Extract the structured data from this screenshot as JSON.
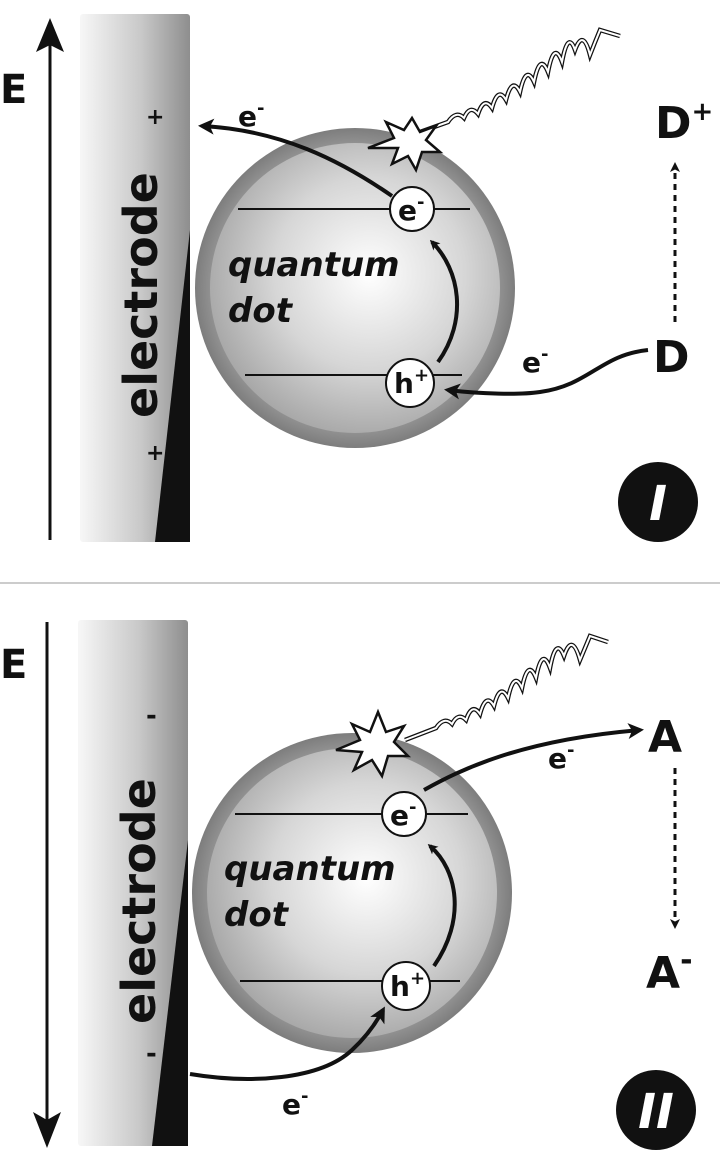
{
  "panels": [
    {
      "energy_label": "E",
      "electrode_label": "electrode",
      "electrode_charge_top": "+",
      "electrode_charge_bottom": "+",
      "dot_label_line1": "quantum",
      "dot_label_line2": "dot",
      "electron_label": "e",
      "electron_sup": "-",
      "hole_label": "h",
      "hole_sup": "+",
      "transfer_label_1": "e",
      "transfer_label_1_sup": "-",
      "transfer_label_2": "e",
      "transfer_label_2_sup": "-",
      "species_top": "D",
      "species_top_sup": "+",
      "species_bottom": "D",
      "species_bottom_sup": "",
      "roman": "I"
    },
    {
      "energy_label": "E",
      "electrode_label": "electrode",
      "electrode_charge_top": "-",
      "electrode_charge_bottom": "-",
      "dot_label_line1": "quantum",
      "dot_label_line2": "dot",
      "electron_label": "e",
      "electron_sup": "-",
      "hole_label": "h",
      "hole_sup": "+",
      "transfer_label_1": "e",
      "transfer_label_1_sup": "-",
      "transfer_label_2": "e",
      "transfer_label_2_sup": "-",
      "species_top": "A",
      "species_top_sup": "",
      "species_bottom": "A",
      "species_bottom_sup": "-",
      "roman": "II"
    }
  ],
  "colors": {
    "ink": "#111111",
    "divider": "#bbbbbb",
    "shell": "#8f8f8f",
    "core_light": "#ffffff",
    "core_dark": "#9a9a9a"
  }
}
